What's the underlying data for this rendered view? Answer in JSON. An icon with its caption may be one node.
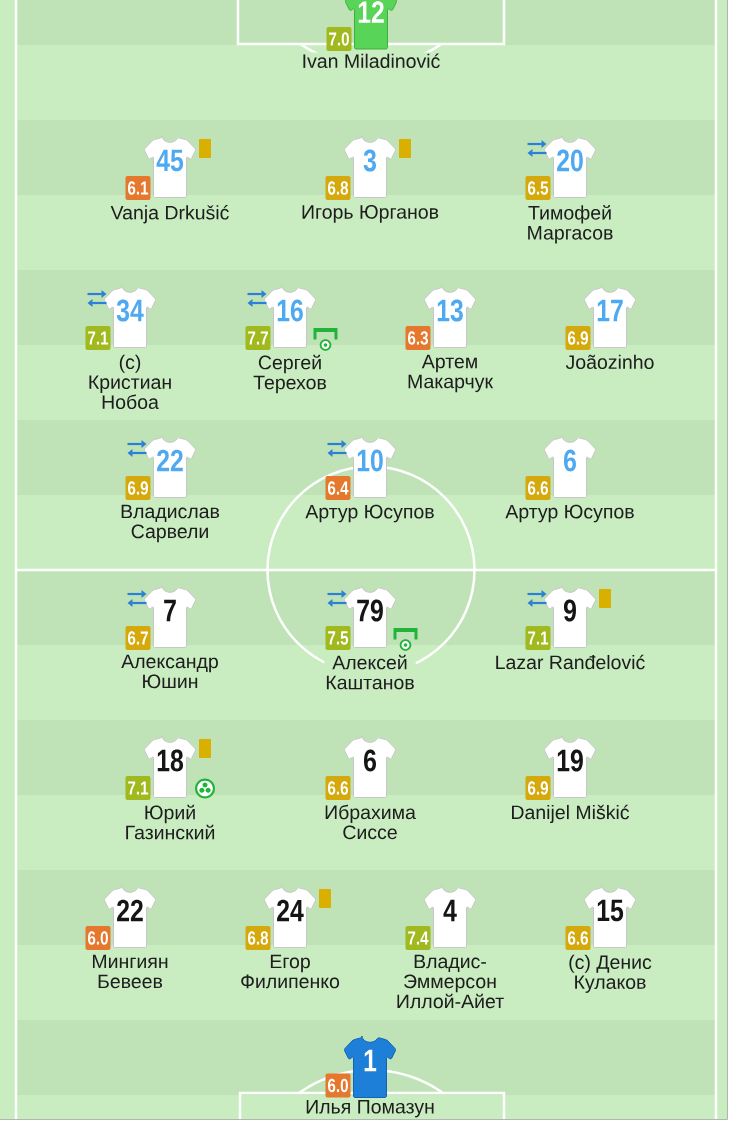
{
  "diagram": {
    "nodes": [
      {
        "text": [
          "12"
        ],
        "beside": [
          "Ivan Miladinović"
        ]
      },
      {
        "text": [
          "7.0"
        ]
      },
      {
        "text": [
          "45"
        ],
        "beside": [
          "Vanja Drkušić"
        ]
      },
      {
        "text": [
          "6.1"
        ]
      },
      {
        "text": [
          "3"
        ],
        "beside": [
          "Игорь Юрганов"
        ]
      },
      {
        "text": [
          "6.8"
        ]
      },
      {
        "text": [
          "20"
        ],
        "beside": [
          "Тимофей Маргасов"
        ]
      },
      {
        "text": [
          "6.5"
        ]
      },
      {
        "text": [
          "34"
        ],
        "beside": [
          "(c) Кристиан Нобоа"
        ]
      },
      {
        "text": [
          "7.1"
        ]
      },
      {
        "text": [
          "16"
        ],
        "beside": [
          "Сергей Терехов"
        ]
      },
      {
        "text": [
          "7.7"
        ]
      },
      {
        "text": [
          "13"
        ],
        "beside": [
          "Артем Макарчук"
        ]
      },
      {
        "text": [
          "6.3"
        ]
      },
      {
        "text": [
          "17"
        ],
        "beside": [
          "Joãozinho"
        ]
      },
      {
        "text": [
          "6.9"
        ]
      },
      {
        "text": [
          "22"
        ],
        "beside": [
          "Владислав Сарвели"
        ]
      },
      {
        "text": [
          "6.9"
        ]
      },
      {
        "text": [
          "10"
        ],
        "beside": [
          "Артур Юсупов"
        ]
      },
      {
        "text": [
          "6.4"
        ]
      },
      {
        "text": [
          "6"
        ],
        "beside": [
          "Артур Юсупов"
        ]
      },
      {
        "text": [
          "6.6"
        ]
      },
      {
        "text": [
          "7"
        ],
        "beside": [
          "Александр Юшин"
        ]
      },
      {
        "text": [
          "6.7"
        ]
      },
      {
        "text": [
          "79"
        ],
        "beside": [
          "Алексей Каштанов"
        ]
      },
      {
        "text": [
          "7.5"
        ]
      },
      {
        "text": [
          "9"
        ],
        "beside": [
          "Lazar Ranđelović"
        ]
      },
      {
        "text": [
          "7.1"
        ]
      },
      {
        "text": [
          "18"
        ],
        "beside": [
          "Юрий Газинский"
        ]
      },
      {
        "text": [
          "7.1"
        ]
      },
      {
        "text": [
          "6"
        ],
        "beside": [
          "Ибрахима Сиссе"
        ]
      },
      {
        "text": [
          "6.6"
        ]
      },
      {
        "text": [
          "19"
        ],
        "beside": [
          "Danijel Miškić"
        ]
      },
      {
        "text": [
          "6.9"
        ]
      },
      {
        "text": [
          "22"
        ],
        "beside": [
          "Мингиян Бевеев"
        ]
      },
      {
        "text": [
          "6.0"
        ]
      },
      {
        "text": [
          "24"
        ],
        "beside": [
          "Егор Филипенко"
        ]
      },
      {
        "text": [
          "6.8"
        ]
      },
      {
        "text": [
          "4"
        ],
        "beside": [
          "Владис-Эммерсон Иллой-Айет"
        ]
      },
      {
        "text": [
          "7.4"
        ]
      },
      {
        "text": [
          "15"
        ],
        "beside": [
          "(c) Денис Кулаков"
        ]
      },
      {
        "text": [
          "6.6"
        ]
      },
      {
        "text": [
          "1"
        ],
        "beside": [
          "Илья Помазун"
        ]
      },
      {
        "text": [
          "6.0"
        ]
      }
    ]
  }
}
